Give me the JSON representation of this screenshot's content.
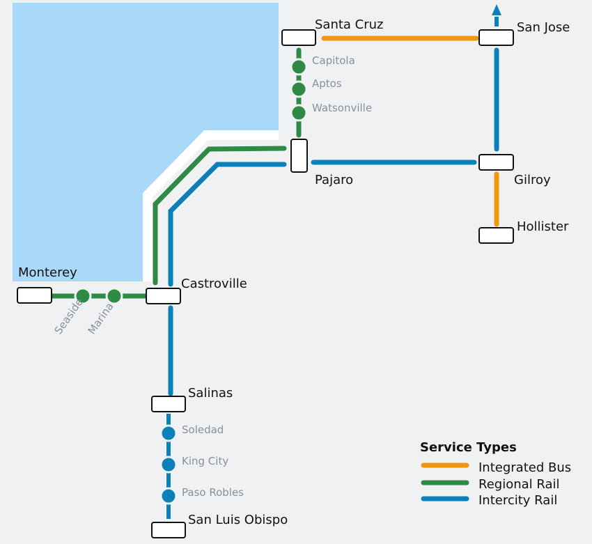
{
  "colors": {
    "water": "#a9d8f8",
    "shore": "#ffffff",
    "background": "#eff1f3",
    "integrated_bus": "#f0960f",
    "regional_rail": "#2f8a45",
    "intercity_rail": "#0c80b8"
  },
  "stations": {
    "santa_cruz": "Santa Cruz",
    "san_jose": "San Jose",
    "pajaro": "Pajaro",
    "gilroy": "Gilroy",
    "hollister": "Hollister",
    "monterey": "Monterey",
    "castroville": "Castroville",
    "salinas": "Salinas",
    "san_luis_obispo": "San Luis Obispo"
  },
  "stops": {
    "capitola": "Capitola",
    "aptos": "Aptos",
    "watsonville": "Watsonville",
    "seaside": "Seaside",
    "marina": "Marina",
    "soledad": "Soledad",
    "king_city": "King City",
    "paso_robles": "Paso Robles"
  },
  "legend": {
    "title": "Service Types",
    "items": [
      {
        "label": "Integrated Bus",
        "color": "#f0960f"
      },
      {
        "label": "Regional Rail",
        "color": "#2f8a45"
      },
      {
        "label": "Intercity Rail",
        "color": "#0c80b8"
      }
    ]
  },
  "icons": {
    "north_arrow": "arrow-up-icon"
  }
}
